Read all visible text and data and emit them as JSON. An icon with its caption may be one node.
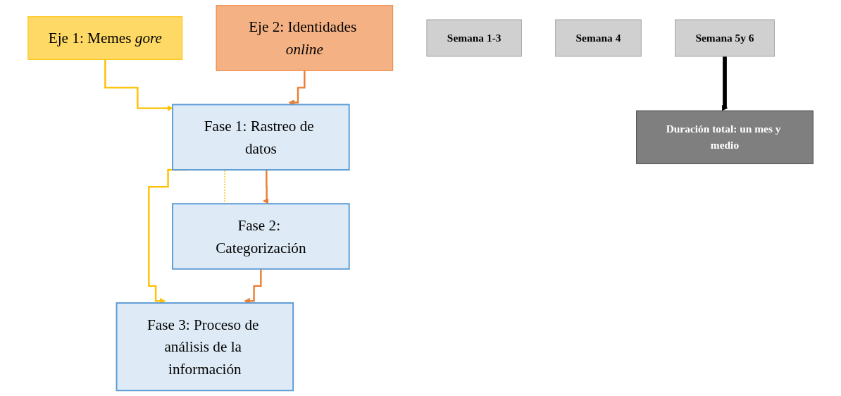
{
  "diagram": {
    "nodes": [
      {
        "text": [
          "Eje 1: Memes *gore*"
        ]
      },
      {
        "text": [
          "Eje 2: Identidades *online*"
        ]
      },
      {
        "text": [
          "Fase 1: Rastreo de datos"
        ]
      },
      {
        "text": [
          "Fase 2: Categorización"
        ]
      },
      {
        "text": [
          "Fase 3: Proceso de análisis de la información"
        ]
      },
      {
        "text": [
          "Semana 1-3"
        ]
      },
      {
        "text": [
          "Semana 4"
        ]
      },
      {
        "text": [
          "Semana 5y 6"
        ]
      },
      {
        "text": [
          "Duración total: un mes y medio"
        ]
      }
    ],
    "edges": [
      {
        "from": 0,
        "to": 2,
        "arrow": "to",
        "color": "#ffc000"
      },
      {
        "from": 1,
        "to": 2,
        "arrow": "to"
      },
      {
        "from": 2,
        "to": 3,
        "arrow": "none",
        "style": "dashed",
        "color": "#ffc000"
      },
      {
        "from": 2,
        "to": 3,
        "arrow": "to"
      },
      {
        "from": 2,
        "to": 4,
        "arrow": "to",
        "color": "#ffc000"
      },
      {
        "from": 3,
        "to": 4,
        "arrow": "to"
      },
      {
        "from": 7,
        "to": 8,
        "arrow": "to",
        "style": "thick",
        "color": "#000000"
      }
    ]
  }
}
